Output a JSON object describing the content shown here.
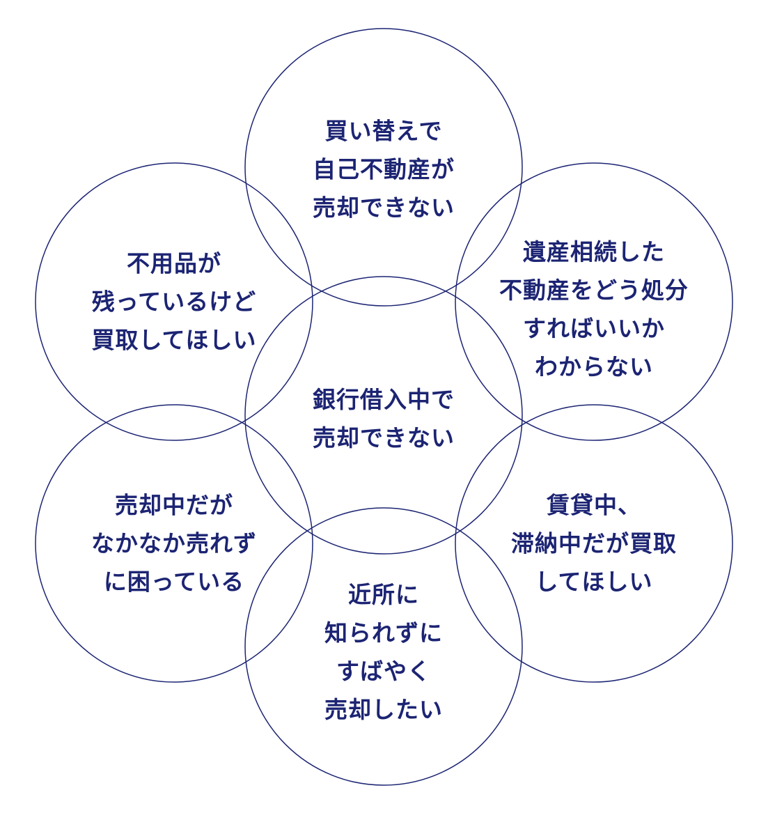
{
  "colors": {
    "stroke": "#1c2473",
    "text": "#1c2473",
    "background": "#ffffff"
  },
  "circles": [
    {
      "id": "top",
      "lines": [
        "買い替えで",
        "自己不動産が",
        "売却できない"
      ]
    },
    {
      "id": "upper-left",
      "lines": [
        "不用品が",
        "残っているけど",
        "買取してほしい"
      ]
    },
    {
      "id": "upper-right",
      "lines": [
        "遺産相続した",
        "不動産をどう処分",
        "すればいいか",
        "わからない"
      ]
    },
    {
      "id": "center",
      "lines": [
        "銀行借入中で",
        "売却できない"
      ]
    },
    {
      "id": "lower-left",
      "lines": [
        "売却中だが",
        "なかなか売れず",
        "に困っている"
      ]
    },
    {
      "id": "lower-right",
      "lines": [
        "賃貸中、",
        "滞納中だが買取",
        "してほしい"
      ]
    },
    {
      "id": "bottom",
      "lines": [
        "近所に",
        "知られずに",
        "すばやく",
        "売却したい"
      ]
    }
  ]
}
